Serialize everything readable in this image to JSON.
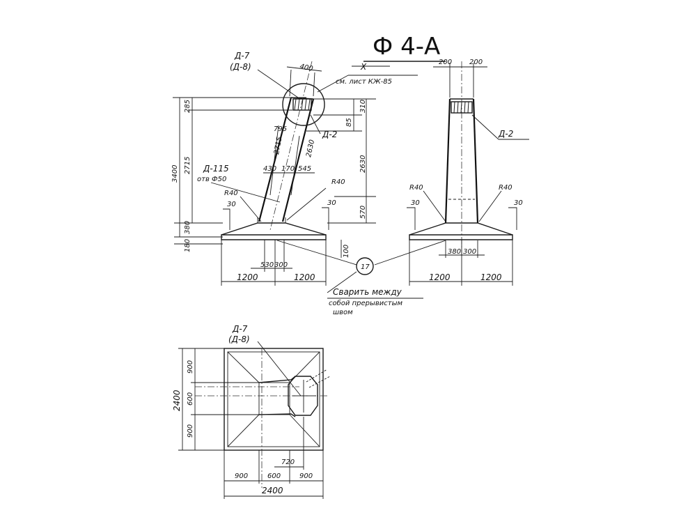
{
  "title": "Ф 4-А",
  "front": {
    "mark_d7": "Д-7",
    "mark_d8": "(Д-8)",
    "dim_400": "400",
    "section_ref": "X",
    "sheet_ref": "см. лист КЖ-85",
    "dim_285": "285",
    "dim_3400": "3400",
    "dim_2715": "2715",
    "dim_310": "310",
    "dim_85": "85",
    "dim_2630": "2630",
    "dim_2630_inner": "2630",
    "dim_2715_inner": "2715",
    "dim_795": "795",
    "dim_430": "430",
    "dim_170": "170",
    "dim_545": "545",
    "mark_d2": "Д-2",
    "mark_d115": "Д-115",
    "hole": "отв Ф50",
    "r40_left": "R40",
    "r40_right": "R40",
    "dim_30_left": "30",
    "dim_30_right": "30",
    "dim_570": "570",
    "dim_380": "380",
    "dim_180": "180",
    "dim_100": "100",
    "dim_530": "530",
    "dim_300": "300",
    "dim_1200_left": "1200",
    "dim_1200_right": "1200",
    "callout": "17",
    "note_line1": "Сварить между",
    "note_line2": "собой прерывистым",
    "note_line3": "швом"
  },
  "side": {
    "dim_200_left": "200",
    "dim_200_right": "200",
    "mark_d2": "Д-2",
    "r40_left": "R40",
    "r40_right": "R40",
    "dim_30_left": "30",
    "dim_30_right": "30",
    "dim_380": "380",
    "dim_300": "300",
    "dim_1200_left": "1200",
    "dim_1200_right": "1200"
  },
  "plan": {
    "mark_d7": "Д-7",
    "mark_d8": "(Д-8)",
    "dim_900_top": "900",
    "dim_600_mid": "600",
    "dim_900_bot": "900",
    "dim_2400_v": "2400",
    "dim_720": "720",
    "dim_900_left": "900",
    "dim_600_center": "600",
    "dim_900_right": "900",
    "dim_2400_h": "2400"
  }
}
